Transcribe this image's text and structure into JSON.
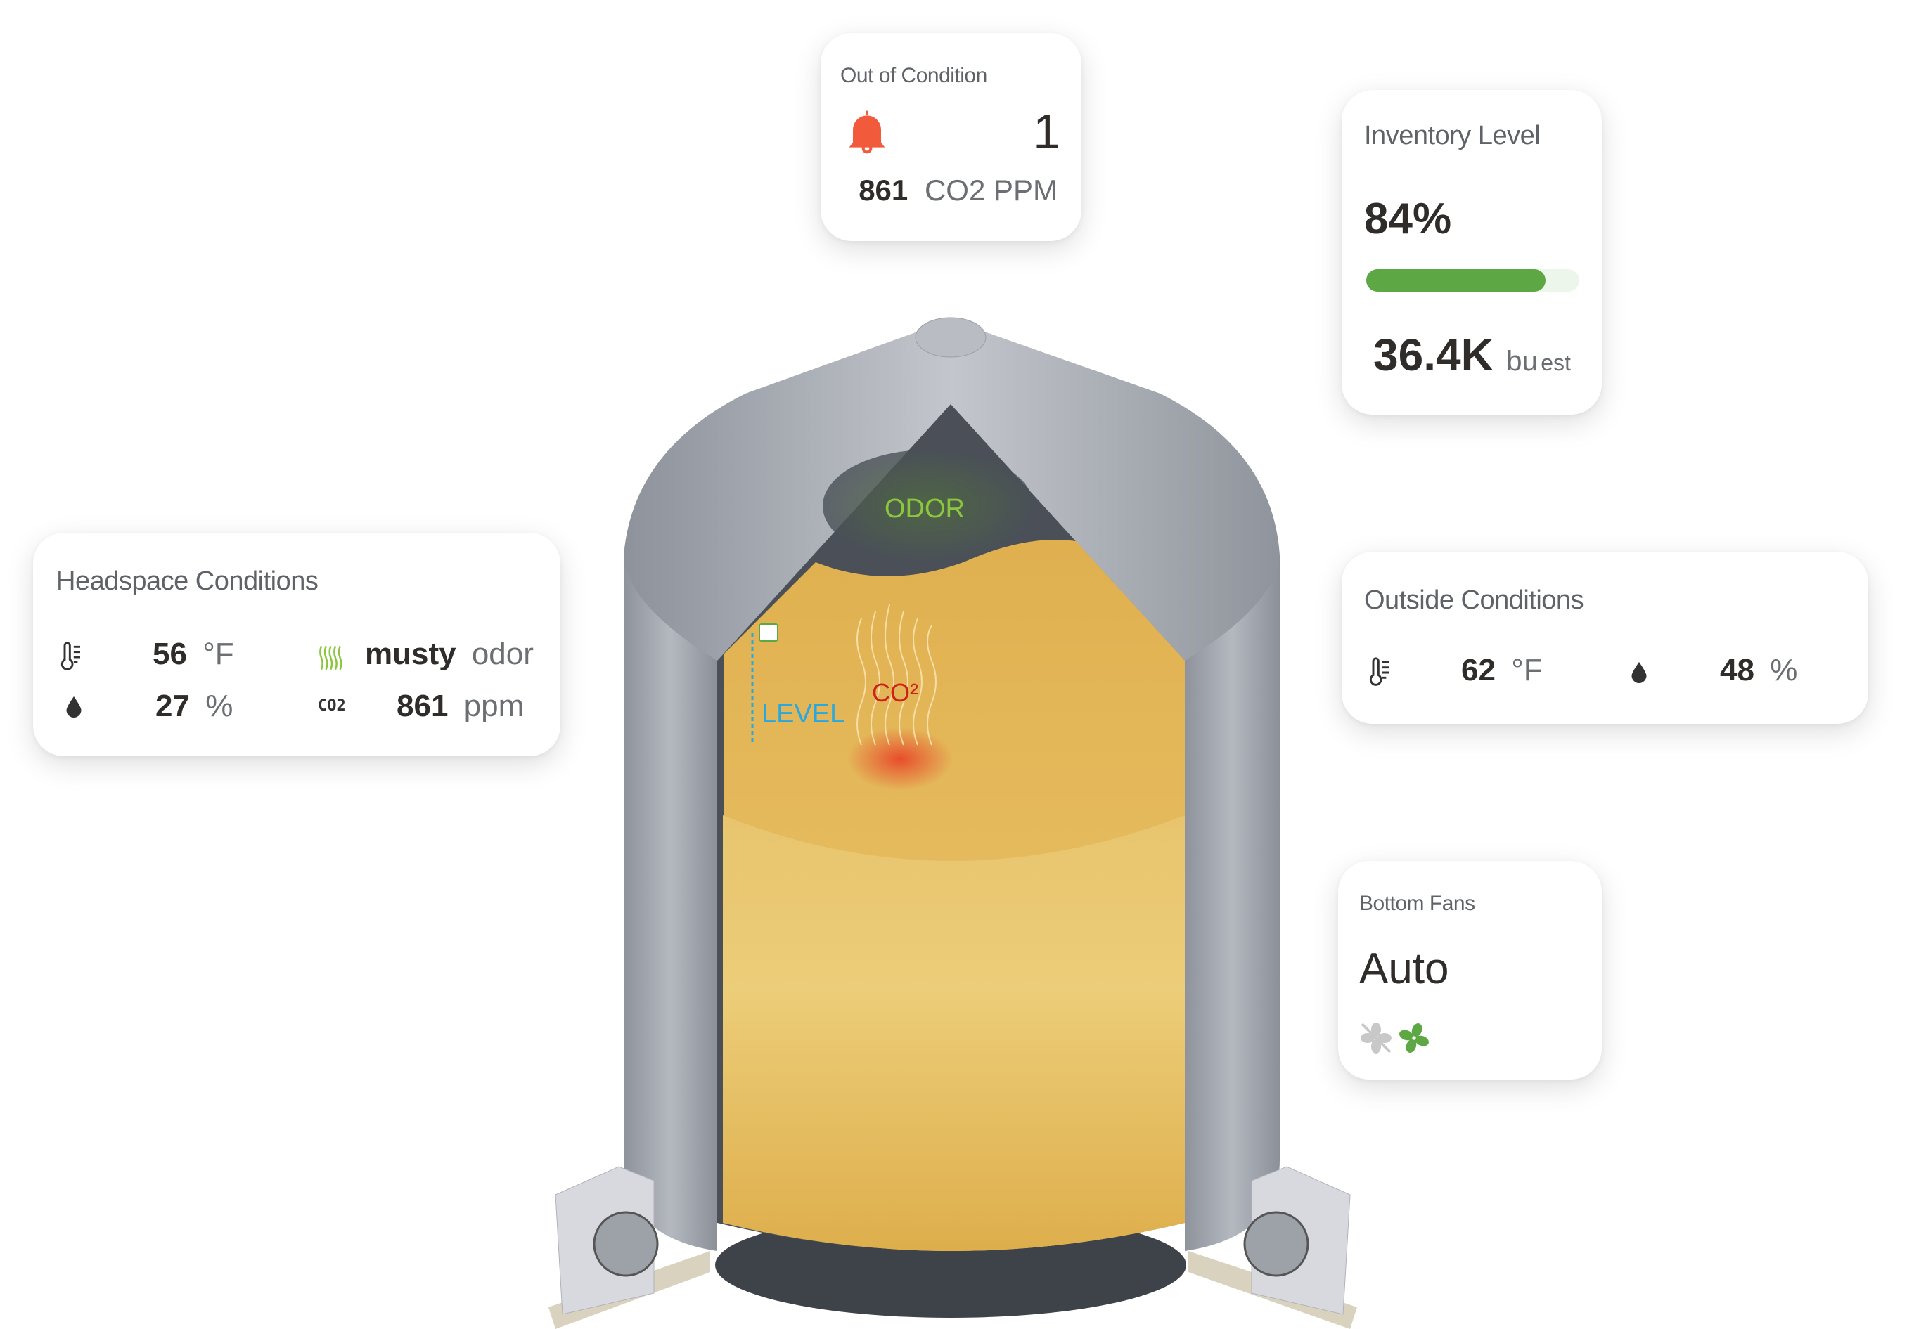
{
  "out_of_condition": {
    "title": "Out of Condition",
    "alert_icon": "bell-icon",
    "alert_count": "1",
    "value": "861",
    "unit": "CO2 PPM",
    "alert_color": "#f15a3a"
  },
  "inventory": {
    "title": "Inventory Level",
    "percent_label": "84%",
    "fill_percent": 84,
    "amount": "36.4K",
    "unit": "bu",
    "unit_suffix": "est",
    "bar_color": "#5da844"
  },
  "headspace": {
    "title": "Headspace Conditions",
    "temp_value": "56",
    "temp_unit": "°F",
    "odor_value": "musty",
    "odor_unit": "odor",
    "humidity_value": "27",
    "humidity_unit": "%",
    "co2_value": "861",
    "co2_unit": "ppm",
    "co2_icon_label": "CO2"
  },
  "outside": {
    "title": "Outside Conditions",
    "temp_value": "62",
    "temp_unit": "°F",
    "humidity_value": "48",
    "humidity_unit": "%"
  },
  "fans": {
    "title": "Bottom Fans",
    "mode": "Auto",
    "icons": [
      "fan-off-icon",
      "fan-on-icon"
    ]
  },
  "silo": {
    "odor_label": "ODOR",
    "level_label": "LEVEL",
    "co2_label": "CO²",
    "odor_color": "#8cc63f",
    "level_color": "#29a8df",
    "co2_color": "#d0201a"
  }
}
